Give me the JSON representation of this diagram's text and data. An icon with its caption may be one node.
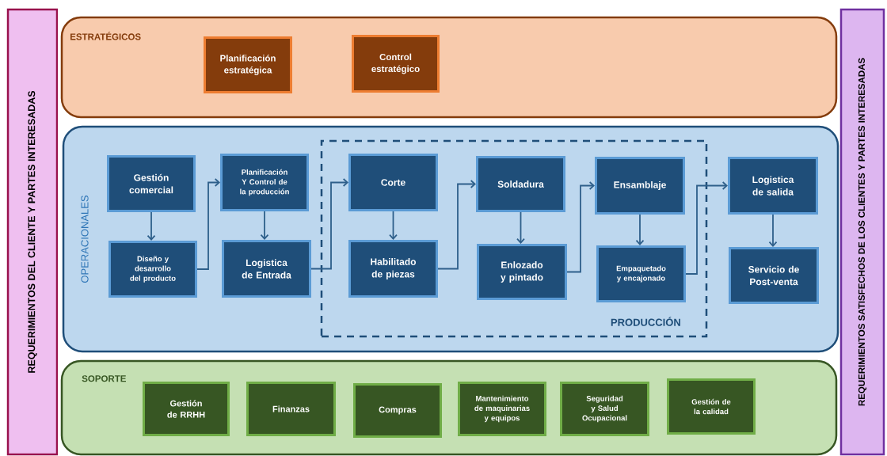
{
  "diagram": {
    "nodes": [
      {
        "text": [
          "REQUERIMIENTOS DEL CLIENTE Y PARTES INTERESADAS"
        ]
      },
      {
        "text": [
          "ESTRATÉGICOS"
        ]
      },
      {
        "text": [
          "Planificación estratégica"
        ],
        "in": 1
      },
      {
        "text": [
          "Control estratégico"
        ],
        "in": 1
      },
      {
        "text": [
          "OPERACIONALES"
        ]
      },
      {
        "text": [
          "Gestión comercial"
        ],
        "in": 4
      },
      {
        "text": [
          "Diseño y desarrollo del producto"
        ],
        "in": 4
      },
      {
        "text": [
          "Planificación Y Control de la producción"
        ],
        "in": 4
      },
      {
        "text": [
          "Logistica de Entrada"
        ],
        "in": 4
      },
      {
        "text": [
          "PRODUCCIÓN"
        ],
        "in": 4
      },
      {
        "text": [
          "Corte"
        ],
        "in": 9
      },
      {
        "text": [
          "Habilitado de piezas"
        ],
        "in": 9
      },
      {
        "text": [
          "Soldadura"
        ],
        "in": 9
      },
      {
        "text": [
          "Enlozado y pintado"
        ],
        "in": 9
      },
      {
        "text": [
          "Ensamblaje"
        ],
        "in": 9
      },
      {
        "text": [
          "Empaquetado y encajonado"
        ],
        "in": 9
      },
      {
        "text": [
          "Logistica de salida"
        ],
        "in": 4
      },
      {
        "text": [
          "Servicio de Post-venta"
        ],
        "in": 4
      },
      {
        "text": [
          "SOPORTE"
        ]
      },
      {
        "text": [
          "Gestión de RRHH"
        ],
        "in": 18
      },
      {
        "text": [
          "Finanzas"
        ],
        "in": 18
      },
      {
        "text": [
          "Compras"
        ],
        "in": 18
      },
      {
        "text": [
          "Mantenimiento de maquinarias y equipos"
        ],
        "in": 18
      },
      {
        "text": [
          "Seguridad y Salud Ocupacional"
        ],
        "in": 18
      },
      {
        "text": [
          "Gestión de la calidad"
        ],
        "in": 18
      },
      {
        "text": [
          "REQUERIMIENTOS SATISFECHOS DE LOS CLIENTES Y PARTES INTERESADAS"
        ]
      }
    ],
    "edges": [
      {
        "from": 5,
        "to": 6,
        "arrow": "to"
      },
      {
        "from": 6,
        "to": 7,
        "arrow": "to"
      },
      {
        "from": 7,
        "to": 8,
        "arrow": "to"
      },
      {
        "from": 8,
        "to": 10,
        "arrow": "to"
      },
      {
        "from": 10,
        "to": 11,
        "arrow": "to"
      },
      {
        "from": 11,
        "to": 12,
        "arrow": "to"
      },
      {
        "from": 12,
        "to": 13,
        "arrow": "to"
      },
      {
        "from": 13,
        "to": 14,
        "arrow": "to"
      },
      {
        "from": 14,
        "to": 15,
        "arrow": "to"
      },
      {
        "from": 15,
        "to": 16,
        "arrow": "to"
      },
      {
        "from": 16,
        "to": 17,
        "arrow": "to"
      }
    ]
  }
}
